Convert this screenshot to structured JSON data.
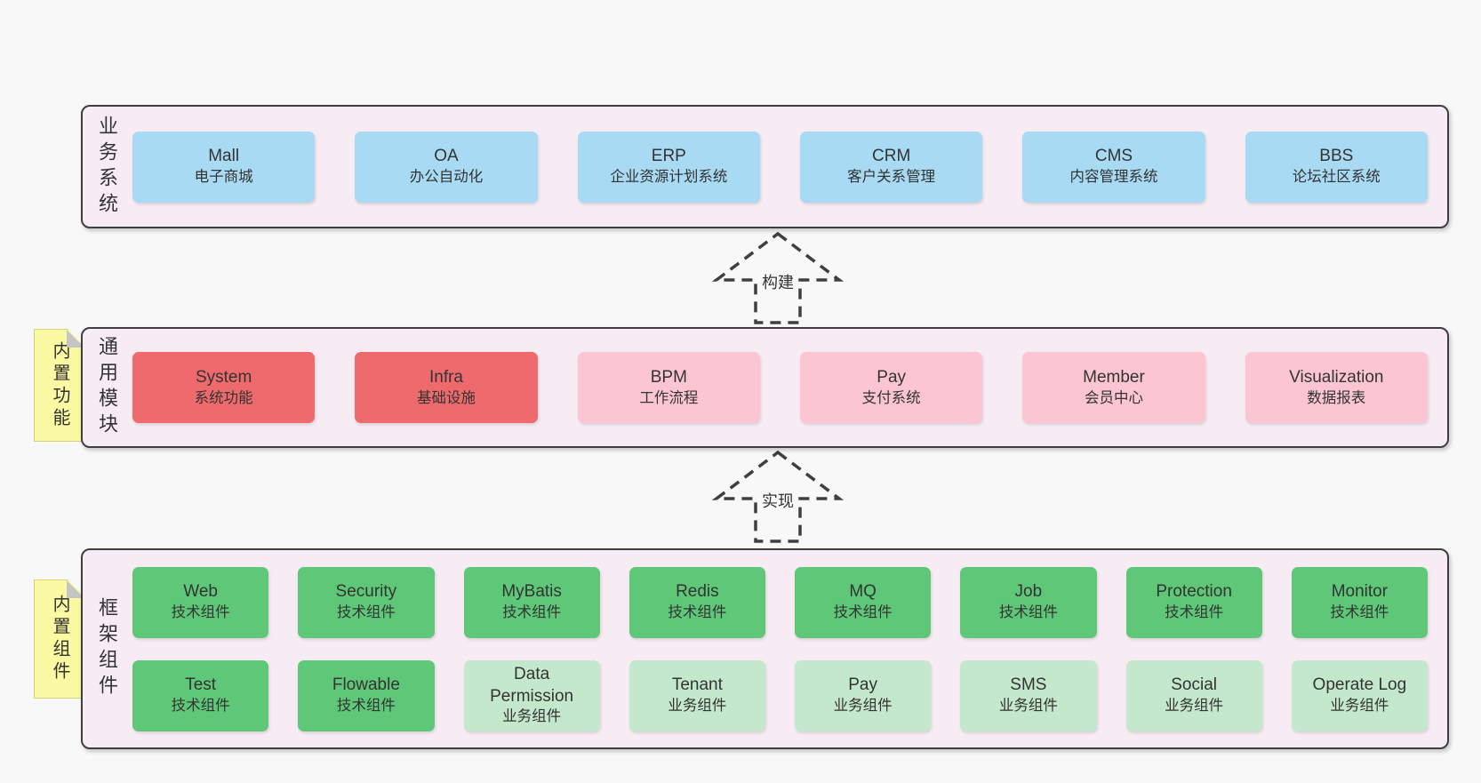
{
  "colors": {
    "page-bg": "#f8f8f8",
    "layer-bg": "#f8ecf4",
    "line": "#3f3f3f",
    "text": "#333333",
    "blue": "#a8daf4",
    "red": "#ef6a6c",
    "pink": "#fbc6d1",
    "green": "#5ec878",
    "lightgreen": "#c4e8cc",
    "tag-yellow": "#fbf9a1",
    "fold-gray": "#c5c5c5"
  },
  "arrows": [
    {
      "label": "构建"
    },
    {
      "label": "实现"
    }
  ],
  "layers": [
    {
      "id": "business-systems",
      "label": "业务系统",
      "tag": null,
      "rows": [
        [
          {
            "name": "Mall",
            "sub": "电子商城",
            "type": "blue"
          },
          {
            "name": "OA",
            "sub": "办公自动化",
            "type": "blue"
          },
          {
            "name": "ERP",
            "sub": "企业资源计划系统",
            "type": "blue"
          },
          {
            "name": "CRM",
            "sub": "客户关系管理",
            "type": "blue"
          },
          {
            "name": "CMS",
            "sub": "内容管理系统",
            "type": "blue"
          },
          {
            "name": "BBS",
            "sub": "论坛社区系统",
            "type": "blue"
          }
        ]
      ]
    },
    {
      "id": "common-modules",
      "label": "通用模块",
      "tag": "内置功能",
      "rows": [
        [
          {
            "name": "System",
            "sub": "系统功能",
            "type": "red"
          },
          {
            "name": "Infra",
            "sub": "基础设施",
            "type": "red"
          },
          {
            "name": "BPM",
            "sub": "工作流程",
            "type": "pink"
          },
          {
            "name": "Pay",
            "sub": "支付系统",
            "type": "pink"
          },
          {
            "name": "Member",
            "sub": "会员中心",
            "type": "pink"
          },
          {
            "name": "Visualization",
            "sub": "数据报表",
            "type": "pink"
          }
        ]
      ]
    },
    {
      "id": "framework-components",
      "label": "框架组件",
      "tag": "内置组件",
      "rows": [
        [
          {
            "name": "Web",
            "sub": "技术组件",
            "type": "green"
          },
          {
            "name": "Security",
            "sub": "技术组件",
            "type": "green"
          },
          {
            "name": "MyBatis",
            "sub": "技术组件",
            "type": "green"
          },
          {
            "name": "Redis",
            "sub": "技术组件",
            "type": "green"
          },
          {
            "name": "MQ",
            "sub": "技术组件",
            "type": "green"
          },
          {
            "name": "Job",
            "sub": "技术组件",
            "type": "green"
          },
          {
            "name": "Protection",
            "sub": "技术组件",
            "type": "green"
          },
          {
            "name": "Monitor",
            "sub": "技术组件",
            "type": "green"
          }
        ],
        [
          {
            "name": "Test",
            "sub": "技术组件",
            "type": "green"
          },
          {
            "name": "Flowable",
            "sub": "技术组件",
            "type": "green"
          },
          {
            "name": "Data Permission",
            "sub": "业务组件",
            "type": "lightgreen"
          },
          {
            "name": "Tenant",
            "sub": "业务组件",
            "type": "lightgreen"
          },
          {
            "name": "Pay",
            "sub": "业务组件",
            "type": "lightgreen"
          },
          {
            "name": "SMS",
            "sub": "业务组件",
            "type": "lightgreen"
          },
          {
            "name": "Social",
            "sub": "业务组件",
            "type": "lightgreen"
          },
          {
            "name": "Operate Log",
            "sub": "业务组件",
            "type": "lightgreen"
          }
        ]
      ]
    }
  ]
}
